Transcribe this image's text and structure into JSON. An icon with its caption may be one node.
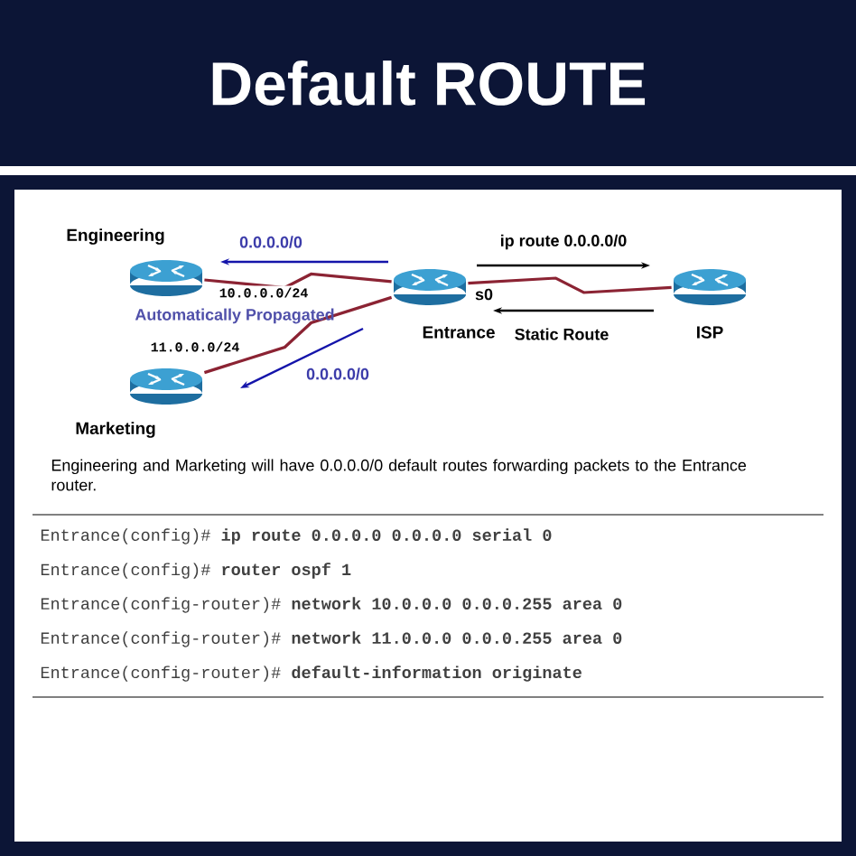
{
  "diagram": {
    "title": "Default ROUTE",
    "nodes": [
      {
        "text": [
          "Engineering"
        ]
      },
      {
        "text": [
          "Entrance"
        ]
      },
      {
        "text": [
          "ISP"
        ]
      },
      {
        "text": [
          "Marketing"
        ]
      }
    ],
    "edges": [
      {
        "from": 1,
        "to": 0,
        "arrow": "none",
        "label": "10.0.0.0/24",
        "color": "#8b2333"
      },
      {
        "from": 1,
        "to": 2,
        "arrow": "none",
        "color": "#8b2333"
      },
      {
        "from": 1,
        "to": 3,
        "arrow": "none",
        "label": "11.0.0.0/24",
        "color": "#8b2333"
      }
    ],
    "labels": [
      "0.0.0.0/0",
      "ip route 0.0.0.0/0",
      "s0",
      "Automatically Propagated",
      "Static Route",
      "0.0.0.0/0",
      "Engineering and Marketing will have 0.0.0.0/0 default routes forwarding packets to the Entrance router.",
      "Entrance(config)# **ip route 0.0.0.0 0.0.0.0 serial 0**",
      "Entrance(config)# **router ospf 1**",
      "Entrance(config-router)# **network 10.0.0.0 0.0.0.255 area 0**",
      "Entrance(config-router)# **network 11.0.0.0 0.0.0.255 area 0**",
      "Entrance(config-router)# **default-information originate**"
    ]
  }
}
